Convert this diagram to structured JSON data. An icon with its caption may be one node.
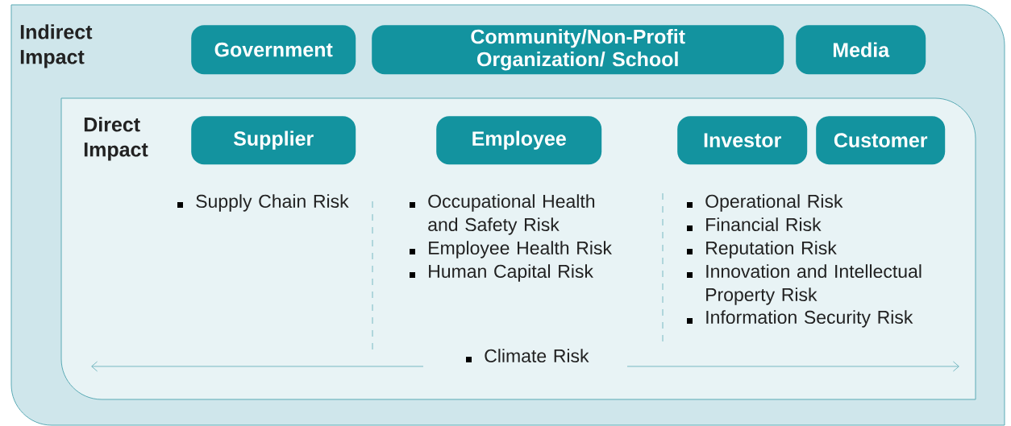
{
  "diagram": {
    "nodes": [
      {
        "text": [
          "Indirect Impact"
        ]
      },
      {
        "text": [
          "Government"
        ],
        "in": 0
      },
      {
        "text": [
          "Community/Non-Profit Organization/ School"
        ],
        "in": 0
      },
      {
        "text": [
          "Media"
        ],
        "in": 0
      },
      {
        "text": [
          "Direct Impact"
        ],
        "in": 0
      },
      {
        "text": [
          "Supplier"
        ],
        "in": 4
      },
      {
        "text": [
          "Employee"
        ],
        "in": 4
      },
      {
        "text": [
          "Investor"
        ],
        "in": 4
      },
      {
        "text": [
          "Customer"
        ],
        "in": 4
      }
    ],
    "labels": [
      "Supply Chain Risk",
      "Occupational Health and Safety Risk",
      "Employee Health Risk",
      "Human Capital Risk",
      "Operational Risk",
      "Financial Risk",
      "Reputation Risk",
      "Innovation and Intellectual Property Risk",
      "Information Security Risk",
      "Climate Risk"
    ]
  }
}
